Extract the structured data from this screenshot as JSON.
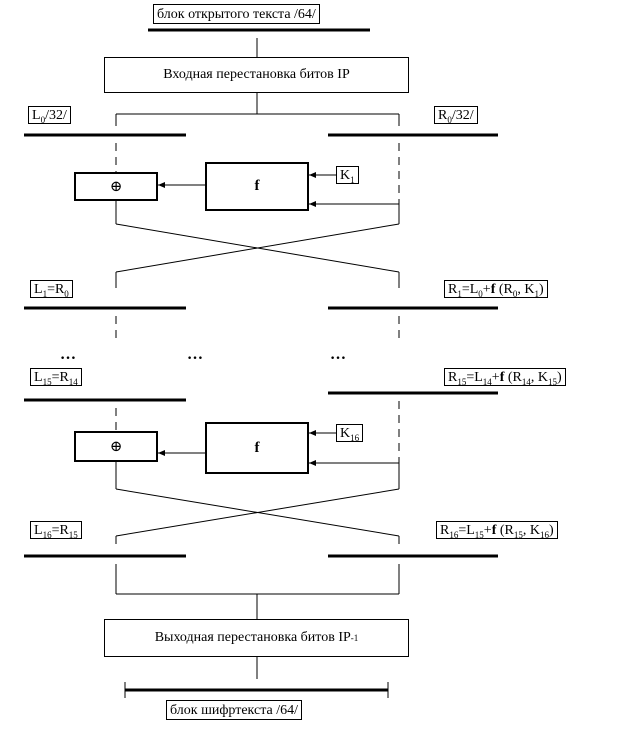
{
  "top": {
    "plaintext_label": "блок  открытого текста    /64/"
  },
  "ip_box": {
    "label": "Входная перестановка битов IP"
  },
  "l0": {
    "label": "L",
    "sub": "0",
    "suffix": "/32/"
  },
  "r0": {
    "label": "R",
    "sub": "0",
    "suffix": "/32/"
  },
  "round1": {
    "xor_symbol": "⊕",
    "f_label": "f",
    "key": {
      "label": "K",
      "sub": "1"
    }
  },
  "l1": {
    "a": "L",
    "a_sub": "1",
    "eq": "=R",
    "b_sub": "0"
  },
  "r1": {
    "a": "R",
    "a_sub": "1",
    "eq": "=L",
    "b_sub": "0",
    "plus": "+",
    "f": "f",
    "args_open": " (R",
    "args_sub1": "0",
    "args_mid": ", K",
    "args_sub2": "1",
    "args_close": ")"
  },
  "ellipsis": {
    "left": "…",
    "center": "…",
    "right": "…"
  },
  "l15": {
    "a": "L",
    "a_sub": "15",
    "eq": "=R",
    "b_sub": "14"
  },
  "r15": {
    "a": "R",
    "a_sub": "15",
    "eq": "=L",
    "b_sub": "14",
    "plus": "+",
    "f": "f",
    "args_open": " (R",
    "args_sub1": "14",
    "args_mid": ", K",
    "args_sub2": "15",
    "args_close": ")"
  },
  "round16": {
    "xor_symbol": "⊕",
    "f_label": "f",
    "key": {
      "label": "K",
      "sub": "16"
    }
  },
  "l16": {
    "a": "L",
    "a_sub": "16",
    "eq": "=R",
    "b_sub": "15"
  },
  "r16": {
    "a": "R",
    "a_sub": "16",
    "eq": "=L",
    "b_sub": "15",
    "plus": "+",
    "f": "f",
    "args_open": " (R",
    "args_sub1": "15",
    "args_mid": ", K",
    "args_sub2": "16",
    "args_close": ")"
  },
  "ip_inv_box": {
    "label": "Выходная перестановка битов IP",
    "sup": "-1"
  },
  "bottom": {
    "ciphertext_label": "блок шифртекста     /64/"
  }
}
